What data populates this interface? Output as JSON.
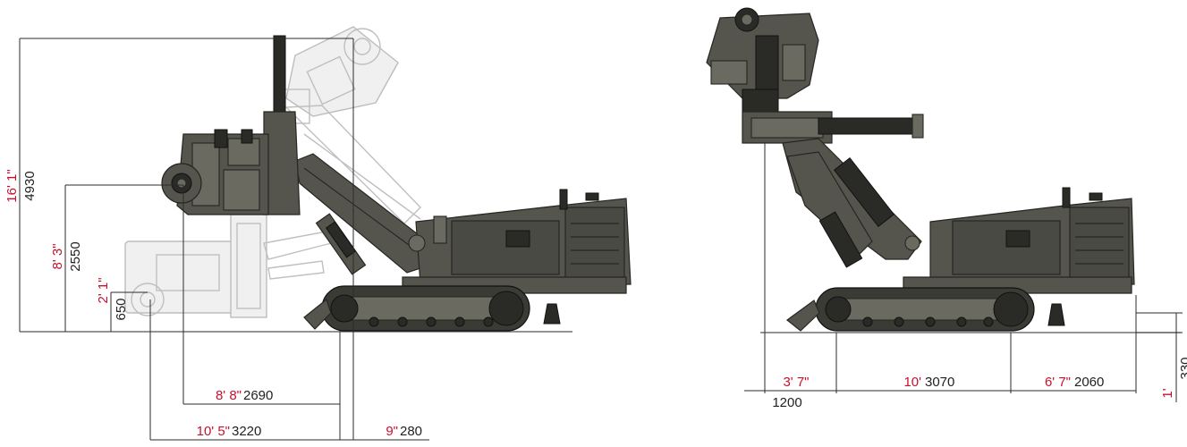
{
  "left_view": {
    "heights": [
      {
        "imperial": "16' 1\"",
        "metric": "4930"
      },
      {
        "imperial": "8' 3\"",
        "metric": "2550"
      },
      {
        "imperial": "2' 1\"",
        "metric": "650"
      }
    ],
    "reaches": [
      {
        "imperial": "8' 8\"",
        "metric": "2690"
      },
      {
        "imperial": "10' 5\"",
        "metric": "3220"
      },
      {
        "imperial": "9\"",
        "metric": "280"
      }
    ]
  },
  "right_view": {
    "widths": [
      {
        "imperial": "3' 7\"",
        "metric": "1200"
      },
      {
        "imperial": "10'",
        "metric": "3070"
      },
      {
        "imperial": "6' 7\"",
        "metric": "2060"
      }
    ],
    "clearance": {
      "imperial": "1'",
      "metric": "330"
    }
  },
  "colors": {
    "imperial": "#c8102e",
    "metric": "#222222",
    "machine": "#55554d"
  }
}
